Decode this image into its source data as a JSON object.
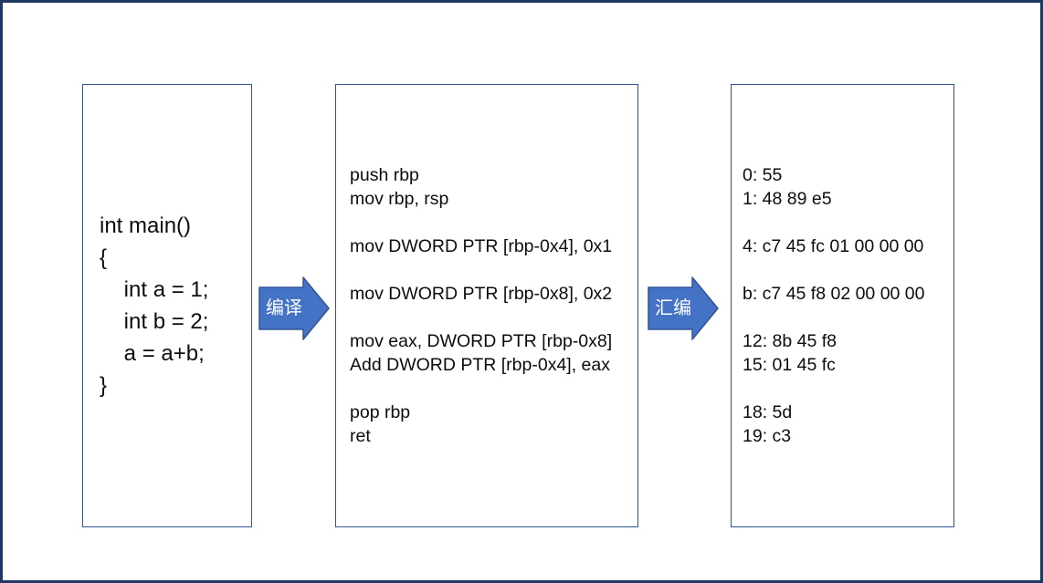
{
  "colors": {
    "frame_border": "#1f3864",
    "box_border": "#2e5597",
    "arrow_fill": "#4472c4",
    "arrow_border": "#2e5597",
    "code_text": "#0d0d0d",
    "arrow_label_text": "#ffffff"
  },
  "boxes": {
    "source": {
      "lines": [
        "int main()",
        "{",
        "    int a = 1;",
        "    int b = 2;",
        "    a = a+b;",
        "}"
      ]
    },
    "assembly": {
      "lines": [
        "push rbp",
        "mov rbp, rsp",
        "",
        "mov DWORD PTR [rbp-0x4], 0x1",
        "",
        "mov DWORD PTR [rbp-0x8], 0x2",
        "",
        "mov eax, DWORD PTR [rbp-0x8]",
        "Add DWORD PTR [rbp-0x4], eax",
        "",
        "pop rbp",
        "ret"
      ]
    },
    "machine": {
      "lines": [
        "0: 55",
        "1: 48 89 e5",
        "",
        "4: c7 45 fc 01 00 00 00",
        "",
        "b: c7 45 f8 02 00 00 00",
        "",
        "12: 8b 45 f8",
        "15: 01 45 fc",
        "",
        "18: 5d",
        "19: c3"
      ]
    }
  },
  "arrows": {
    "compile": {
      "label": "编译"
    },
    "assemble": {
      "label": "汇编"
    }
  }
}
